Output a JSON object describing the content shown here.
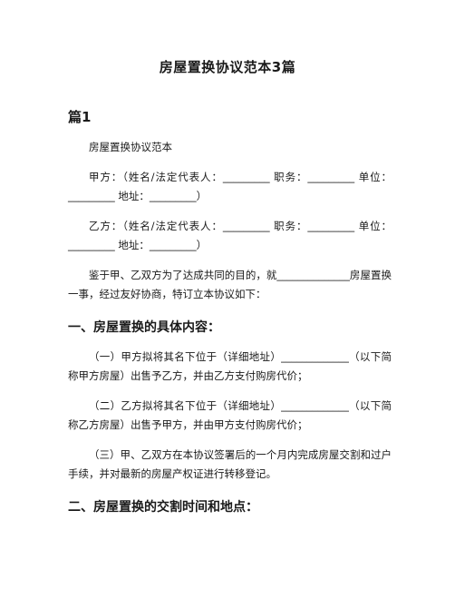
{
  "document": {
    "title": "房屋置换协议范本3篇",
    "section_1": {
      "heading": "篇1",
      "intro_title": "房屋置换协议范本",
      "party_a": "甲方：（姓名/法定代表人：_________ 职务：_________ 单位：_________ 地址：_________）",
      "party_b": "乙方：（姓名/法定代表人：_________ 职务：_________ 单位：_________ 地址：_________）",
      "preamble": "鉴于甲、乙双方为了达成共同的目的，就______________房屋置换一事，经过友好协商，特订立本协议如下：",
      "heading_content": "一、房屋置换的具体内容：",
      "clause_1": "（一）甲方拟将其名下位于（详细地址）_____________（以下简称甲方房屋）出售予乙方，并由乙方支付购房代价；",
      "clause_2": "（二）乙方拟将其名下位于（详细地址）_____________（以下简称乙方房屋）出售予甲方，并由甲方支付购房代价；",
      "clause_3": "（三）甲、乙双方在本协议签署后的一个月内完成房屋交割和过户手续，并对最新的房屋产权证进行转移登记。",
      "heading_delivery": "二、房屋置换的交割时间和地点："
    }
  }
}
